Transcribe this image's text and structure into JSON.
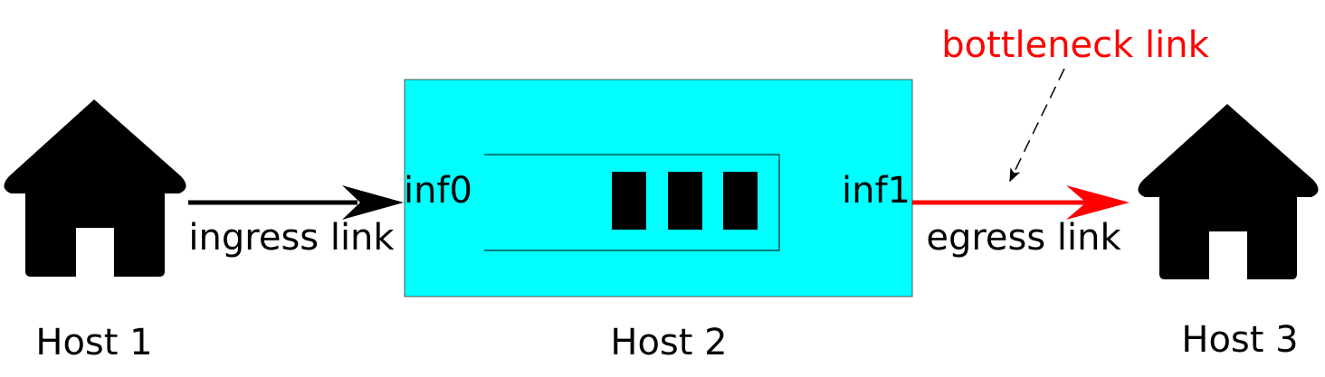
{
  "hosts": {
    "host1": "Host 1",
    "host2": "Host 2",
    "host3": "Host 3"
  },
  "links": {
    "ingress": "ingress link",
    "egress": "egress link",
    "bottleneck": "bottleneck link"
  },
  "interfaces": {
    "inf0": "inf0",
    "inf1": "inf1"
  },
  "colors": {
    "router_box": "#00ffff",
    "bottleneck": "#ff0000",
    "house": "#000000",
    "packet": "#000000"
  },
  "icons": {
    "host1": "house-icon",
    "host3": "house-icon"
  },
  "queue": {
    "packet_count": 3
  }
}
